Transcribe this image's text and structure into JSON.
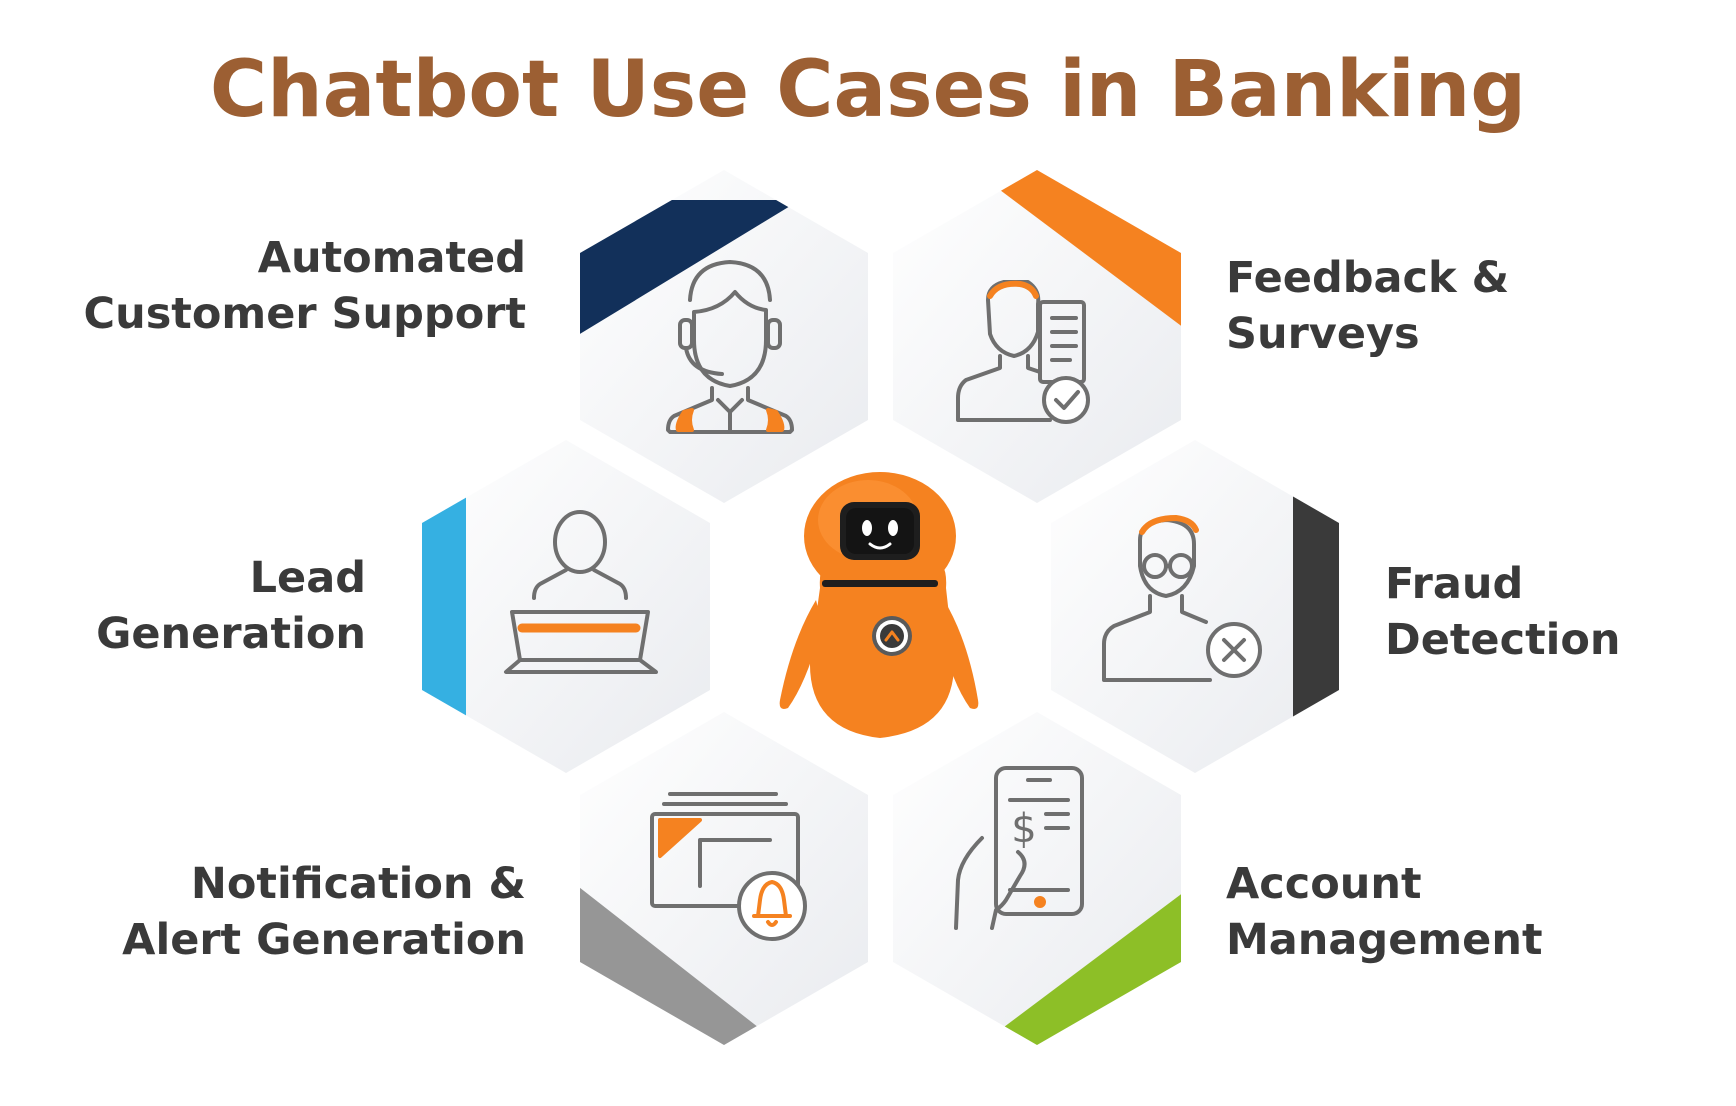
{
  "title": "Chatbot Use Cases in Banking",
  "colors": {
    "title": "#9c5f33",
    "label_text": "#3a3a3a",
    "icon_stroke": "#6f6f6f",
    "icon_accent": "#f58220",
    "robot_body": "#f58220",
    "hex_fill": "#f2f3f5"
  },
  "center_icon": "robot-mascot-icon",
  "use_cases": [
    {
      "id": "automated-customer-support",
      "label_lines": [
        "Automated",
        "Customer Support"
      ],
      "icon": "headset-agent-icon",
      "accent_color": "#12305a"
    },
    {
      "id": "feedback-surveys",
      "label_lines": [
        "Feedback &",
        "Surveys"
      ],
      "icon": "person-checklist-icon",
      "accent_color": "#f58220"
    },
    {
      "id": "lead-generation",
      "label_lines": [
        "Lead",
        "Generation"
      ],
      "icon": "person-laptop-icon",
      "accent_color": "#35b0e2"
    },
    {
      "id": "fraud-detection",
      "label_lines": [
        "Fraud",
        "Detection"
      ],
      "icon": "person-reject-icon",
      "accent_color": "#3a3a3a"
    },
    {
      "id": "notification-alert-generation",
      "label_lines": [
        "Notification &",
        "Alert Generation"
      ],
      "icon": "bell-notification-icon",
      "accent_color": "#969696"
    },
    {
      "id": "account-management",
      "label_lines": [
        "Account",
        "Management"
      ],
      "icon": "mobile-banking-icon",
      "accent_color": "#8dbf27"
    }
  ]
}
